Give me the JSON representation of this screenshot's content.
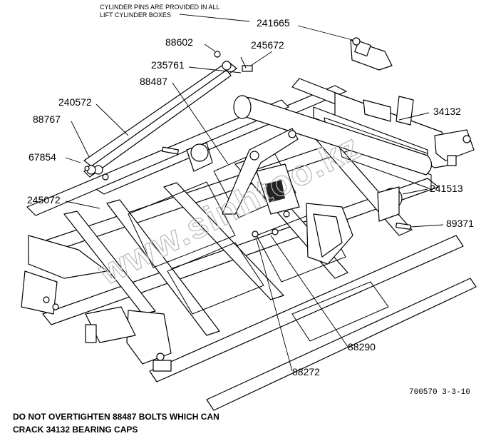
{
  "top_note": {
    "line1": "CYLINDER PINS ARE PROVIDED IN ALL",
    "line2": "LIFT CYLINDER BOXES"
  },
  "parts": {
    "p241665": "241665",
    "p88602": "88602",
    "p245672": "245672",
    "p235761": "235761",
    "p88487": "88487",
    "p240572": "240572",
    "p34132": "34132",
    "p88767": "88767",
    "p67854": "67854",
    "p245072": "245072",
    "p241513": "241513",
    "p89371": "89371",
    "p88290": "88290",
    "p88272": "88272"
  },
  "watermark": "www.sinhtoo.kz",
  "drawing_number": "700570  3-3-10",
  "warning": {
    "line1": "DO NOT OVERTIGHTEN 88487 BOLTS WHICH CAN",
    "line2": "CRACK 34132 BEARING CAPS"
  }
}
